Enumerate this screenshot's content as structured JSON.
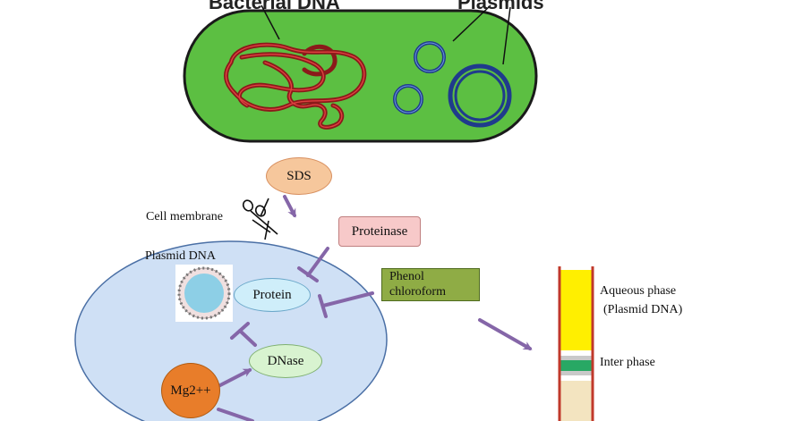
{
  "labels": {
    "bacterial_dna": "Bacterial DNA",
    "plasmids": "Plasmids",
    "sds": "SDS",
    "cell_membrane": "Cell membrane",
    "proteinase": "Proteinase",
    "plasmid_dna": "Plasmid DNA",
    "protein": "Protein",
    "phenol_line1": "Phenol",
    "phenol_line2": "chloroform",
    "dnase": "DNase",
    "mg": "Mg2++",
    "aqueous_line1": "Aqueous phase",
    "aqueous_line2": "(Plasmid DNA)",
    "inter_phase": "Inter phase"
  },
  "colors": {
    "bacterium_fill": "#5cbf42",
    "chromosome": "#8b1a1a",
    "plasmid": "#1f3b8c",
    "cell_fill": "#cfe0f5",
    "arrow": "#8566a8",
    "sds_fill": "#f6c79c",
    "proteinase_fill": "#f7c9c9",
    "protein_fill": "#cfeefa",
    "phenol_fill": "#8fac45",
    "dnase_fill": "#d8f3d0",
    "mg_fill": "#e87d2a",
    "aqueous_fill": "#ffef00",
    "inter_fill": "#28a864",
    "organic_fill": "#f3e4c0",
    "tube_border": "#c0392b"
  },
  "icons": {
    "scissors": "scissors-icon"
  }
}
